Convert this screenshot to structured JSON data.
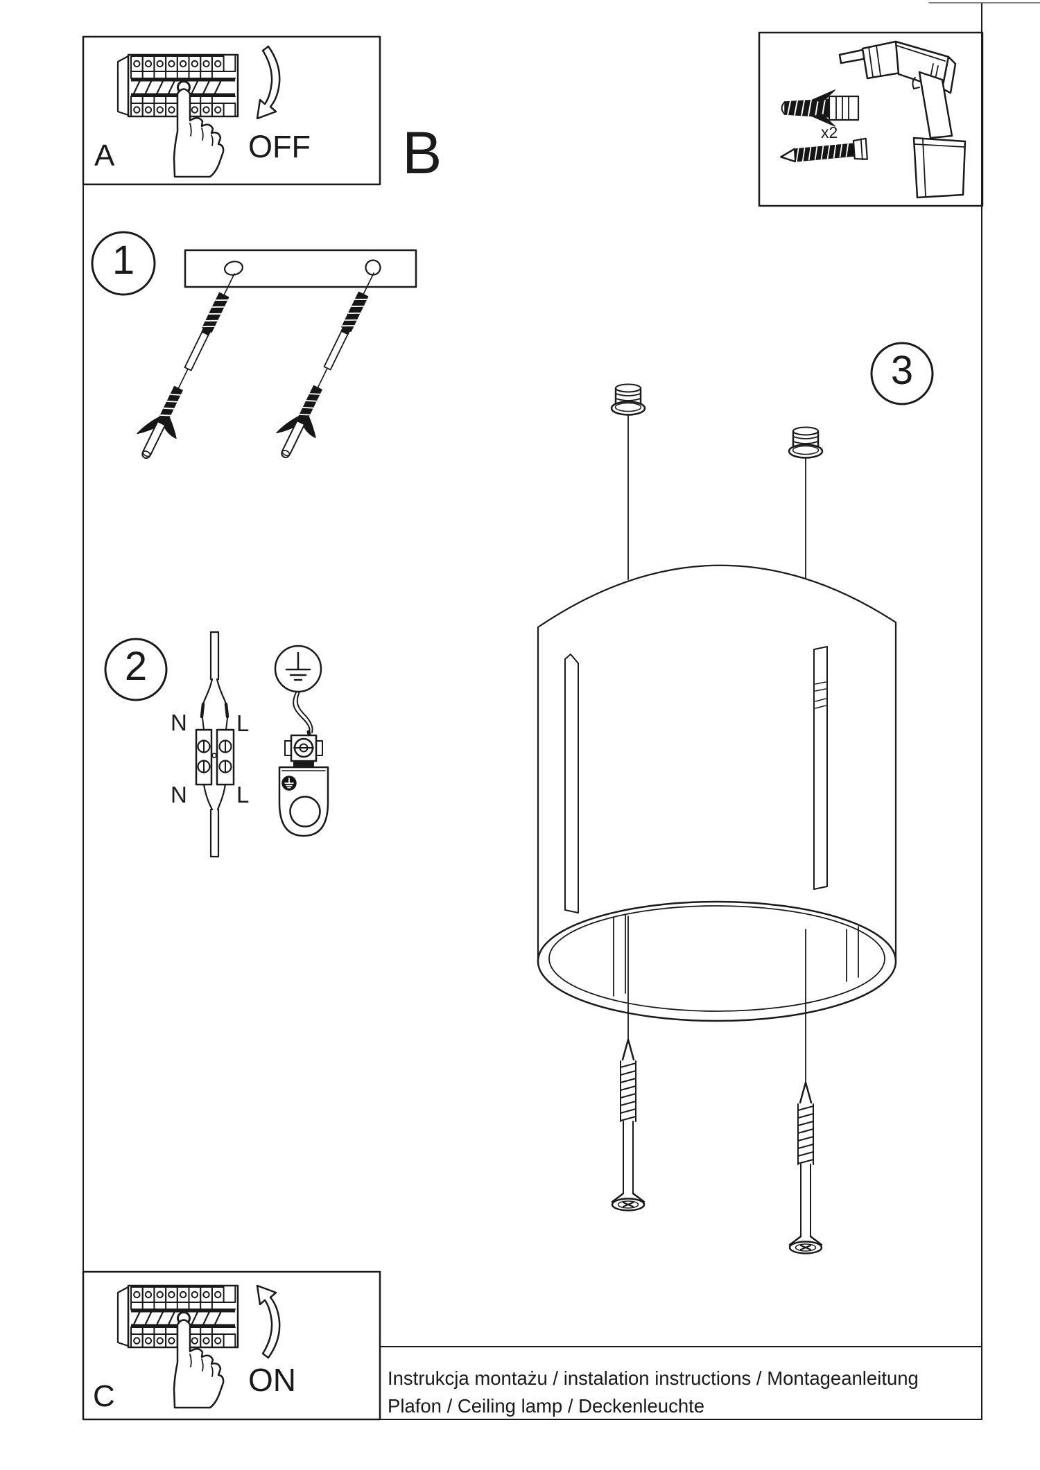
{
  "document": {
    "kind": "installation-instruction-sheet",
    "paper_color": "#ffffff",
    "ink_color": "#1a1a1a"
  },
  "sections": {
    "power_off": {
      "label": "A",
      "status": "OFF",
      "icons": [
        "circuit-breaker-panel",
        "pressing-hand",
        "curved-arrow-down"
      ]
    },
    "tools_panel": {
      "label": "B",
      "quantity_note": "x2",
      "icons": [
        "cordless-drill",
        "wall-plug",
        "mounting-screw"
      ]
    },
    "power_on": {
      "label": "C",
      "status": "ON",
      "icons": [
        "circuit-breaker-panel",
        "pressing-hand",
        "curved-arrow-up"
      ]
    }
  },
  "steps": [
    {
      "number": "1",
      "icons": [
        "mounting-bracket",
        "screw-with-expansion-plug"
      ]
    },
    {
      "number": "2",
      "wiring_labels": {
        "top_left": "N",
        "top_right": "L",
        "bottom_left": "N",
        "bottom_right": "L"
      },
      "icons": [
        "mains-cable",
        "terminal-block",
        "earth-ground-symbol",
        "ground-clamp"
      ]
    },
    {
      "number": "3",
      "icons": [
        "threaded-cap",
        "cylinder-lamp-shade",
        "mounting-screws"
      ]
    }
  ],
  "footer": {
    "line1": "Instrukcja montażu / instalation instructions / Montageanleitung",
    "line2": "Plafon / Ceiling lamp / Deckenleuchte"
  }
}
